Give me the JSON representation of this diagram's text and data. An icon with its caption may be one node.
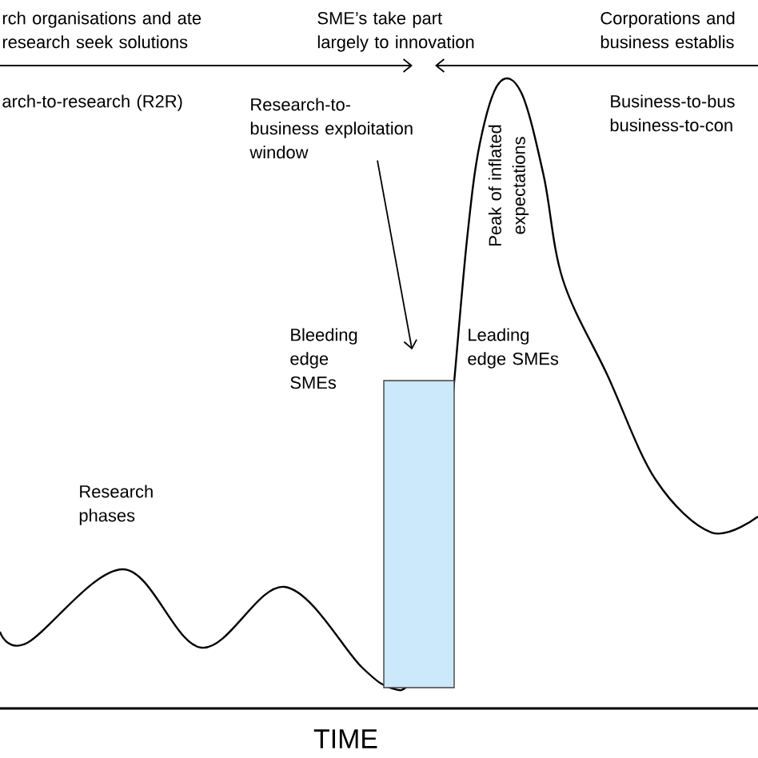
{
  "diagram": {
    "nodes": [
      {
        "text": [
          "Research-to- business exploitation window"
        ]
      },
      {
        "text": [],
        "shape": "box"
      }
    ],
    "edges": [
      {
        "from": 0,
        "to": 1,
        "arrow": "to"
      }
    ],
    "labels": [
      "rch organisations and ate research seek solutions",
      "SME’s take part largely to innovation",
      "Corporations and business establis",
      "arch-to-research (R2R)",
      "Business-to-bus business-to-con",
      "Peak of inflated expectations",
      "Bleeding edge SMEs",
      "Leading edge SMEs",
      "Research phases",
      "TIME"
    ]
  }
}
